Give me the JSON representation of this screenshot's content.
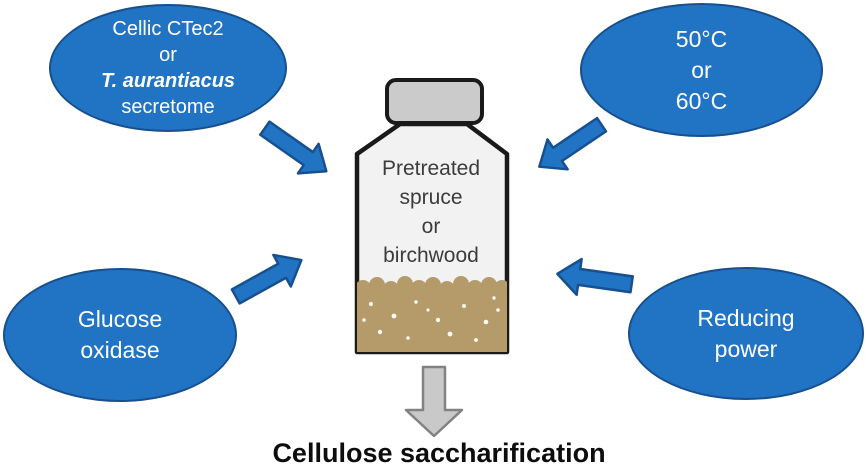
{
  "colors": {
    "background": "#ffffff",
    "ellipse_fill": "#2173c4",
    "ellipse_border": "#174f8f",
    "arrow_fill": "#2173c4",
    "arrow_border": "#174f8f",
    "bottle_outline": "#1a1a1a",
    "cap_fill": "#cbcbcb",
    "body_fill": "#f2f2f2",
    "sediment_fill": "#b49b69",
    "gray_arrow_fill": "#c9c9c9",
    "gray_arrow_border": "#828282",
    "bottle_text": "#3c3c3c",
    "caption_text": "#0d0d0d",
    "node_text": "#ffffff"
  },
  "nodes": {
    "enzymes": {
      "lines": [
        "Cellic CTec2",
        "or",
        "T. aurantiacus",
        "secretome"
      ]
    },
    "temperature": {
      "lines": [
        "50°C",
        "or",
        "60°C"
      ]
    },
    "glucose_oxidase": {
      "lines": [
        "Glucose",
        "oxidase"
      ]
    },
    "reducing_power": {
      "lines": [
        "Reducing",
        "power"
      ]
    }
  },
  "bottle": {
    "label": "Pretreated\nspruce\nor\nbirchwood"
  },
  "caption": "Cellulose saccharification",
  "icons": {
    "arrow_top_left": "block-arrow-pointing-down-right",
    "arrow_top_right": "block-arrow-pointing-down-left",
    "arrow_bottom_left": "block-arrow-pointing-up-right",
    "arrow_bottom_right": "block-arrow-pointing-left",
    "arrow_output": "block-arrow-pointing-down"
  }
}
